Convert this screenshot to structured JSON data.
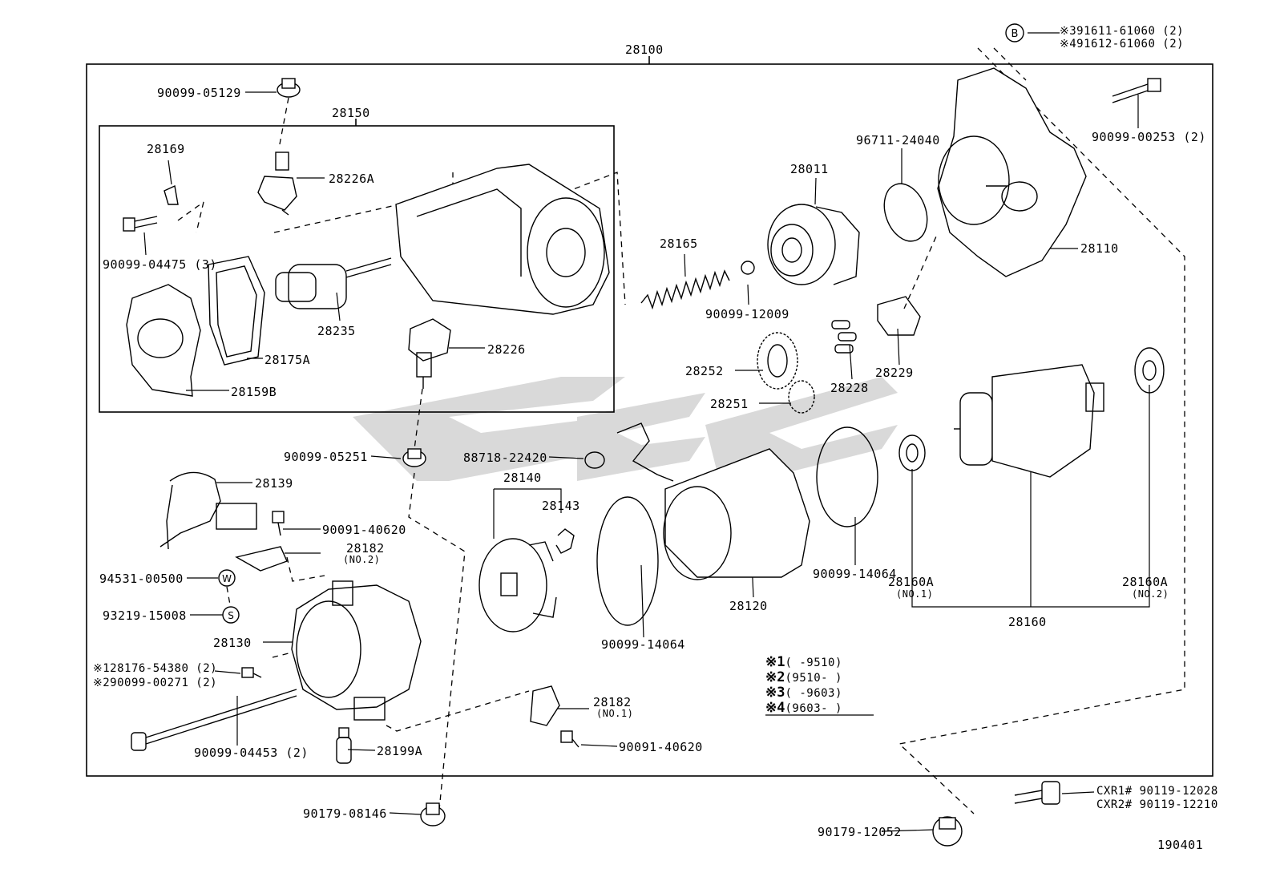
{
  "diagram": {
    "assembly_label": "28100",
    "footer_code": "190401",
    "legend": [
      {
        "mark": "※1",
        "range": "(      -9510)"
      },
      {
        "mark": "※2",
        "range": "(9510-      )"
      },
      {
        "mark": "※3",
        "range": "(      -9603)"
      },
      {
        "mark": "※4",
        "range": "(9603-      )"
      }
    ],
    "parts": [
      {
        "id": "28150",
        "text": "28150"
      },
      {
        "id": "28169",
        "text": "28169"
      },
      {
        "id": "28226A",
        "text": "28226A"
      },
      {
        "id": "90099-05129",
        "text": "90099-05129"
      },
      {
        "id": "90099-04475",
        "text": "90099-04475 (3)"
      },
      {
        "id": "28235",
        "text": "28235"
      },
      {
        "id": "28175A",
        "text": "28175A"
      },
      {
        "id": "28159B",
        "text": "28159B"
      },
      {
        "id": "28226",
        "text": "28226"
      },
      {
        "id": "28165",
        "text": "28165"
      },
      {
        "id": "90099-12009",
        "text": "90099-12009"
      },
      {
        "id": "28011",
        "text": "28011"
      },
      {
        "id": "96711-24040",
        "text": "96711-24040"
      },
      {
        "id": "28110",
        "text": "28110"
      },
      {
        "id": "90099-00253",
        "text": "90099-00253 (2)"
      },
      {
        "id": "b-ref-1",
        "text": "※391611-61060 (2)"
      },
      {
        "id": "b-ref-2",
        "text": "※491612-61060 (2)"
      },
      {
        "id": "28252",
        "text": "28252"
      },
      {
        "id": "28251",
        "text": "28251"
      },
      {
        "id": "28228",
        "text": "28228"
      },
      {
        "id": "28229",
        "text": "28229"
      },
      {
        "id": "90099-05251",
        "text": "90099-05251"
      },
      {
        "id": "88718-22420",
        "text": "88718-22420"
      },
      {
        "id": "28140",
        "text": "28140"
      },
      {
        "id": "28143",
        "text": "28143"
      },
      {
        "id": "28139",
        "text": "28139"
      },
      {
        "id": "90091-40620-a",
        "text": "90091-40620"
      },
      {
        "id": "28182-no2",
        "text": "28182"
      },
      {
        "id": "28182-no2-sub",
        "text": "(NO.2)"
      },
      {
        "id": "94531-00500",
        "text": "94531-00500"
      },
      {
        "id": "93219-15008",
        "text": "93219-15008"
      },
      {
        "id": "28130",
        "text": "28130"
      },
      {
        "id": "c1-ref",
        "text": "※128176-54380 (2)"
      },
      {
        "id": "c2-ref",
        "text": "※290099-00271 (2)"
      },
      {
        "id": "90099-04453",
        "text": "90099-04453 (2)"
      },
      {
        "id": "28199A",
        "text": "28199A"
      },
      {
        "id": "90179-08146",
        "text": "90179-08146"
      },
      {
        "id": "28182-no1",
        "text": "28182"
      },
      {
        "id": "28182-no1-sub",
        "text": "(NO.1)"
      },
      {
        "id": "90091-40620-b",
        "text": "90091-40620"
      },
      {
        "id": "90099-14064-a",
        "text": "90099-14064"
      },
      {
        "id": "28120",
        "text": "28120"
      },
      {
        "id": "90099-14064-b",
        "text": "90099-14064"
      },
      {
        "id": "28160A-no1",
        "text": "28160A"
      },
      {
        "id": "28160A-no1-sub",
        "text": "(NO.1)"
      },
      {
        "id": "28160A-no2",
        "text": "28160A"
      },
      {
        "id": "28160A-no2-sub",
        "text": "(NO.2)"
      },
      {
        "id": "28160",
        "text": "28160"
      },
      {
        "id": "90179-12052",
        "text": "90179-12052"
      },
      {
        "id": "cxr1",
        "text": "CXR1# 90119-12028"
      },
      {
        "id": "cxr2",
        "text": "CXR2# 90119-12210"
      }
    ],
    "markers": {
      "b": "B",
      "w": "W",
      "s": "S"
    }
  }
}
